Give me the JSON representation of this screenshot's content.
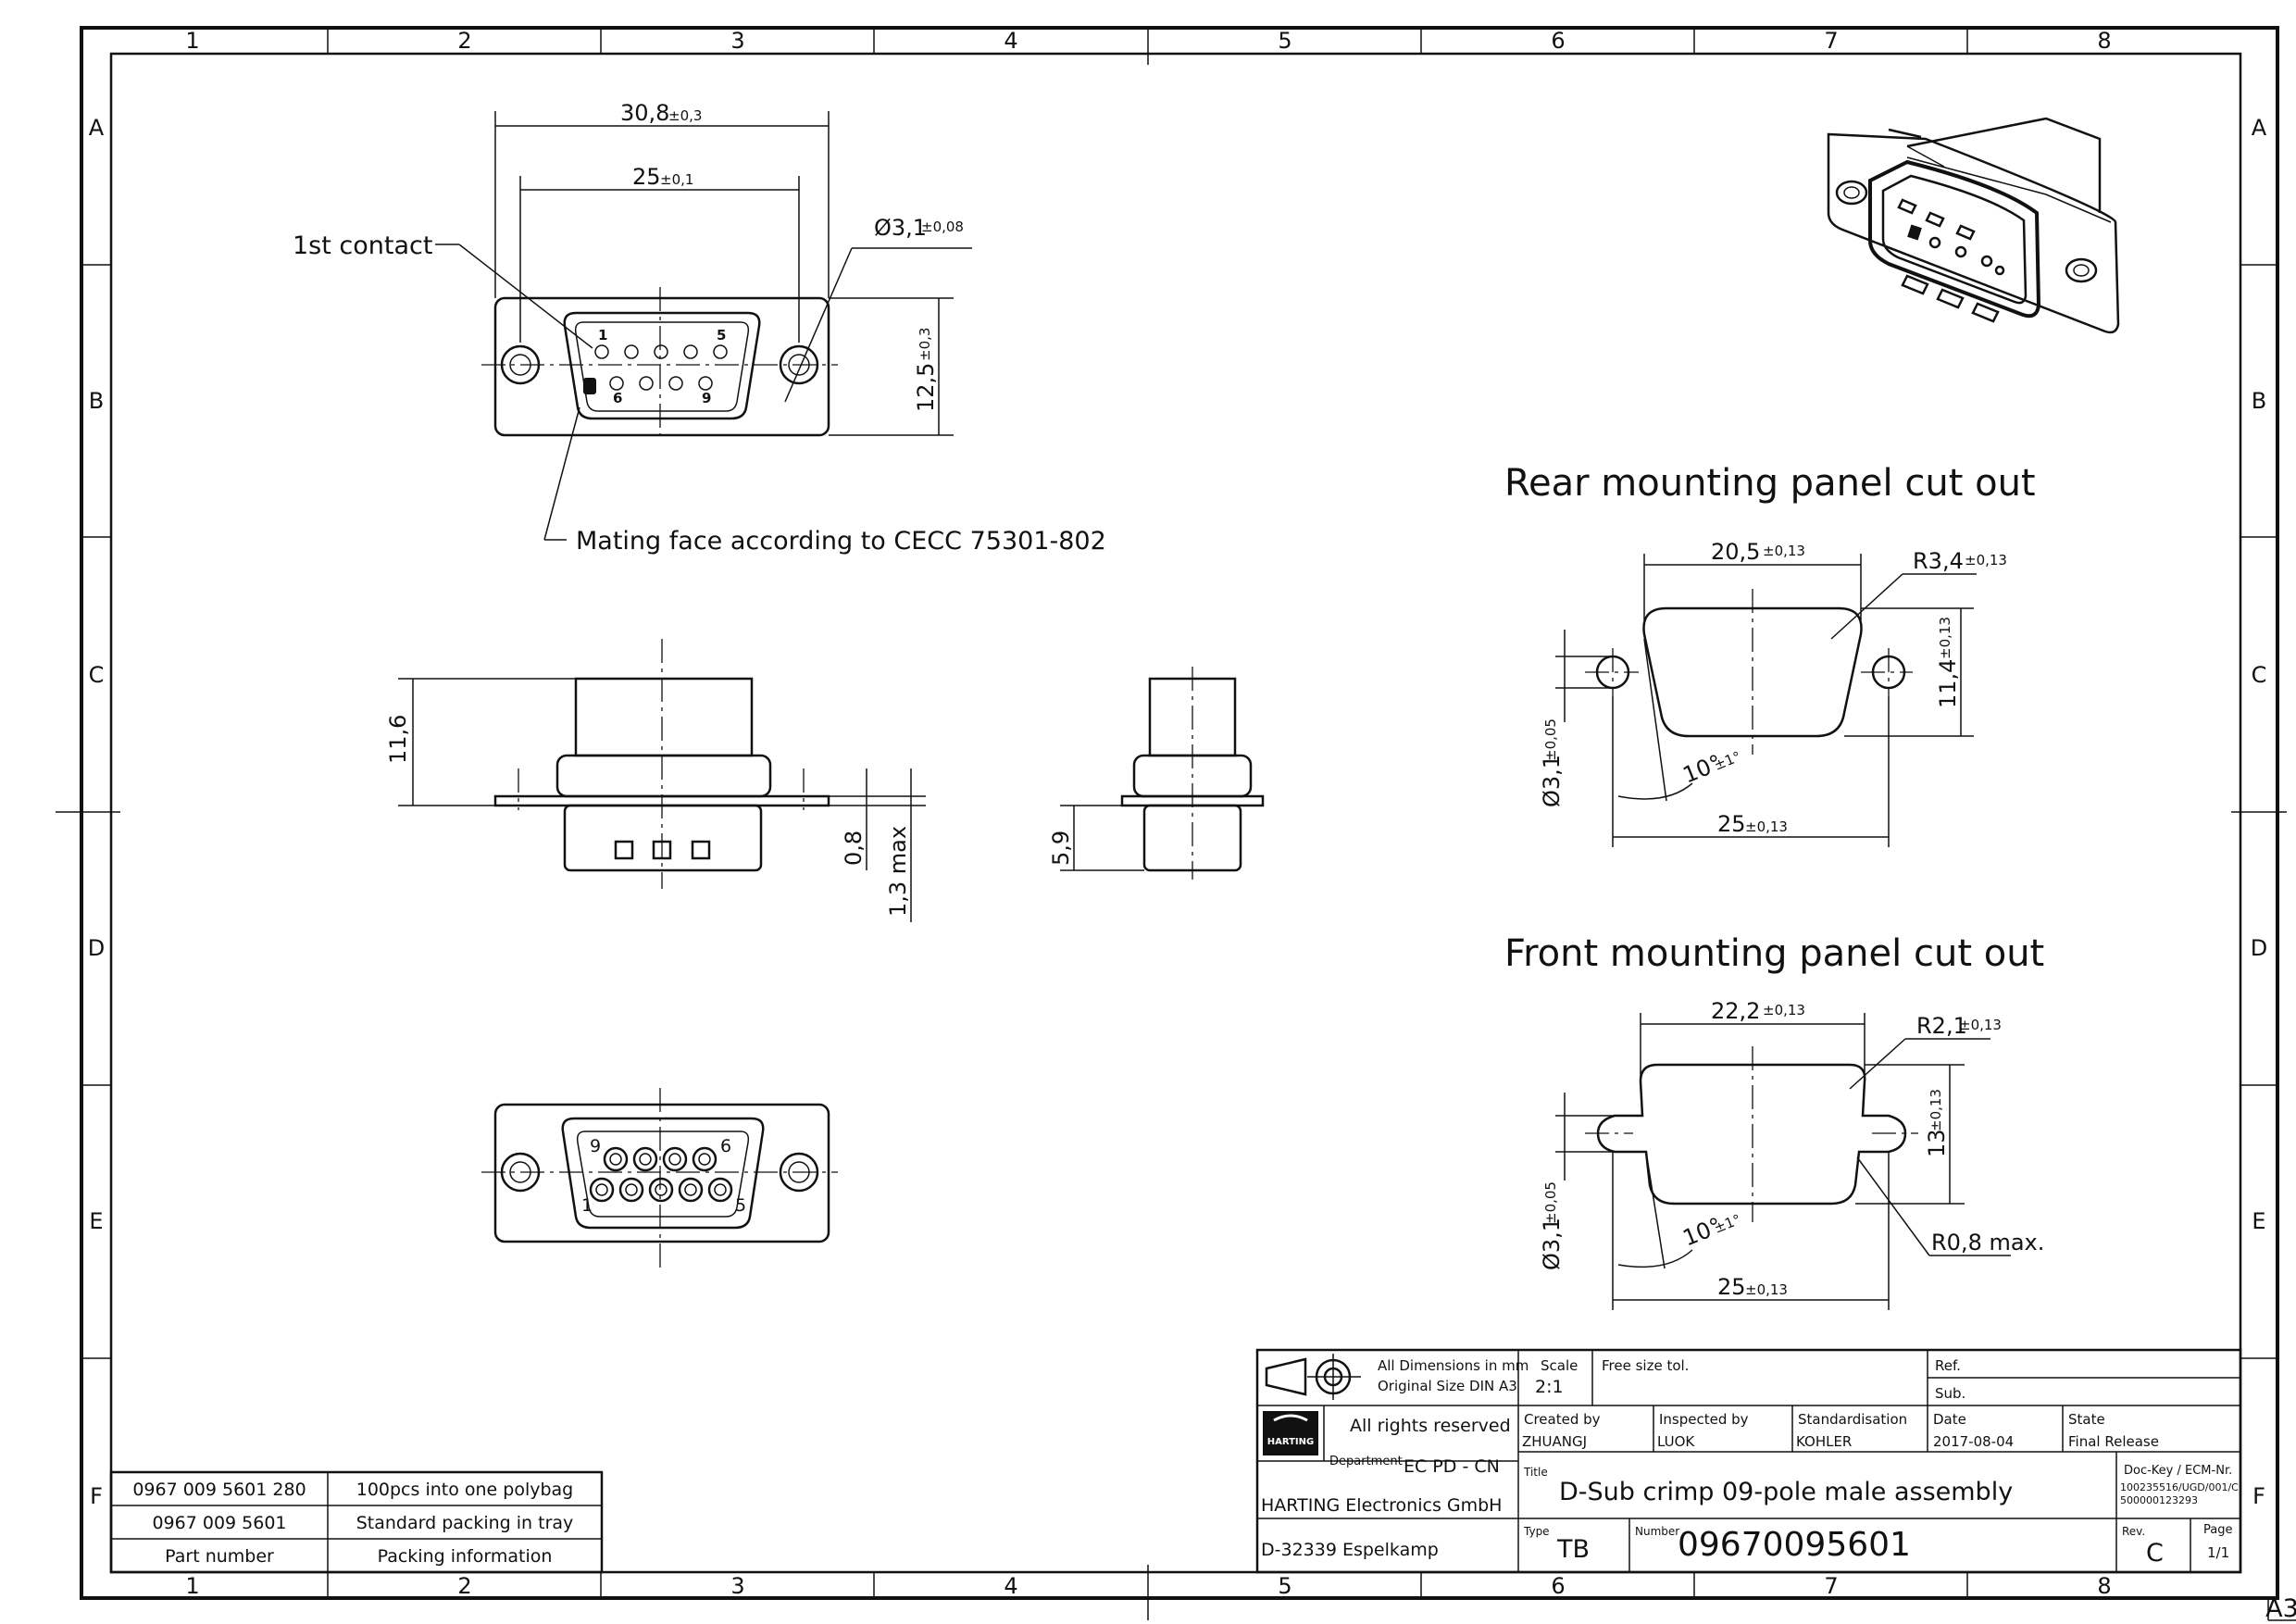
{
  "sheet": {
    "col_labels": [
      "1",
      "2",
      "3",
      "4",
      "5",
      "6",
      "7",
      "8"
    ],
    "row_labels": [
      "A",
      "B",
      "C",
      "D",
      "E",
      "F"
    ],
    "format": "A3"
  },
  "annotations": {
    "first_contact": "1st contact",
    "mating_face": "Mating face according to CECC 75301-802"
  },
  "top_view": {
    "dim_width": {
      "value": "30,8",
      "tol": "±0,3"
    },
    "dim_pitch": {
      "value": "25",
      "tol": "±0,1"
    },
    "dim_hole": {
      "value": "Ø3,1",
      "tol": "±0,08"
    },
    "dim_height": {
      "value": "12,5",
      "tol": "±0,3"
    },
    "pin_first": "1",
    "pin_five": "5",
    "pin_six": "6",
    "pin_nine": "9"
  },
  "side_view": {
    "dim_height": "11,6",
    "dim_flange": "0,8",
    "dim_max": "1,3 max"
  },
  "end_view": {
    "dim_depth": "5,9"
  },
  "bottom_view": {
    "pin_nine": "9",
    "pin_six": "6",
    "pin_one": "1",
    "pin_five": "5"
  },
  "rear_cutout": {
    "title": "Rear mounting panel cut out",
    "dim_width": {
      "value": "20,5",
      "tol": "±0,13"
    },
    "dim_radius": {
      "value": "R3,4",
      "tol": "±0,13"
    },
    "dim_height": {
      "value": "11,4",
      "tol": "±0,13"
    },
    "dim_hole": {
      "value": "Ø3,1",
      "tol": "±0,05"
    },
    "dim_angle": {
      "value": "10°",
      "tol": "±1°"
    },
    "dim_pitch": {
      "value": "25",
      "tol": "±0,13"
    }
  },
  "front_cutout": {
    "title": "Front mounting panel cut out",
    "dim_width": {
      "value": "22,2",
      "tol": "±0,13"
    },
    "dim_radius": {
      "value": "R2,1",
      "tol": "±0,13"
    },
    "dim_height": {
      "value": "13",
      "tol": "±0,13"
    },
    "dim_hole": {
      "value": "Ø3,1",
      "tol": "±0,05"
    },
    "dim_angle": {
      "value": "10°",
      "tol": "±1°"
    },
    "dim_pitch": {
      "value": "25",
      "tol": "±0,13"
    },
    "dim_corner": "R0,8 max."
  },
  "packing_table": {
    "rows": [
      {
        "part": "0967 009 5601 280",
        "info": "100pcs into one polybag"
      },
      {
        "part": "0967 009 5601",
        "info": "Standard packing in tray"
      }
    ],
    "header": {
      "part": "Part number",
      "info": "Packing information"
    }
  },
  "title_block": {
    "dims_note_1": "All Dimensions in mm",
    "dims_note_2": "Original Size DIN A3",
    "scale_label": "Scale",
    "scale_value": "2:1",
    "free_tol": "Free size tol.",
    "ref_label": "Ref.",
    "sub_label": "Sub.",
    "rights": "All rights reserved",
    "logo_text": "HARTING",
    "department_label": "Department",
    "department_value": "EC PD - CN",
    "company": "HARTING Electronics GmbH",
    "address": "D-32339 Espelkamp",
    "created_label": "Created by",
    "created_value": "ZHUANGJ",
    "inspected_label": "Inspected by",
    "inspected_value": "LUOK",
    "standard_label": "Standardisation",
    "standard_value": "KOHLER",
    "date_label": "Date",
    "date_value": "2017-08-04",
    "state_label": "State",
    "state_value": "Final Release",
    "title_label": "Title",
    "title_value": "D-Sub crimp 09-pole male assembly",
    "doc_key_label": "Doc-Key / ECM-Nr.",
    "doc_key_1": "100235516/UGD/001/C",
    "doc_key_2": "500000123293",
    "type_label": "Type",
    "type_value": "TB",
    "number_label": "Number",
    "number_value": "09670095601",
    "rev_label": "Rev.",
    "rev_value": "C",
    "page_label": "Page",
    "page_value": "1/1"
  }
}
